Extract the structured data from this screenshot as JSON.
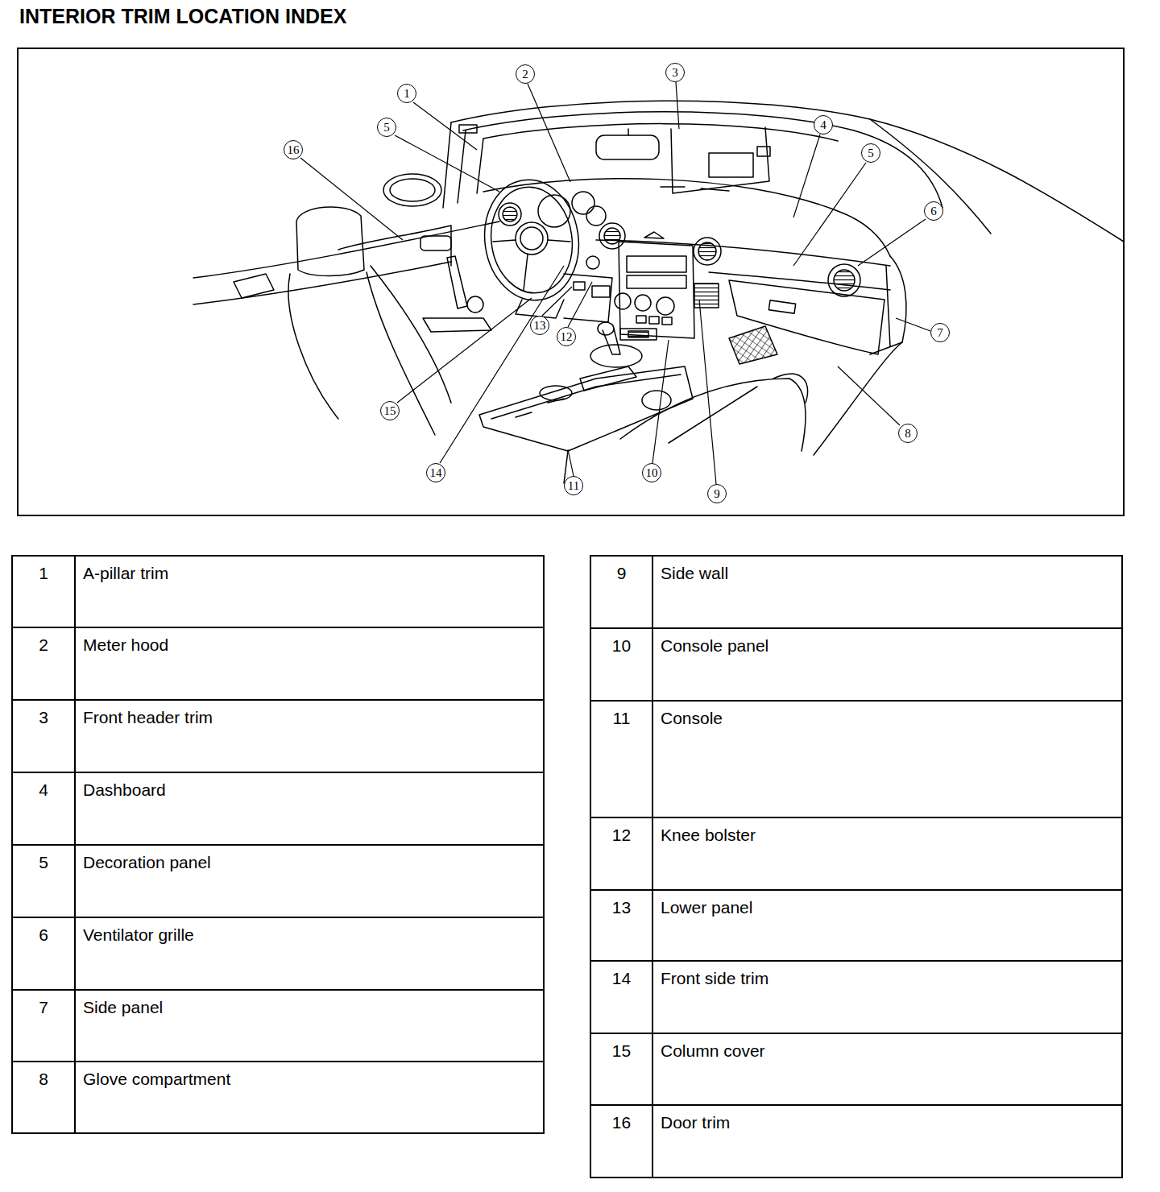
{
  "diagram": {
    "title": "INTERIOR TRIM LOCATION INDEX",
    "nodes": [
      {
        "text": [
          "1"
        ]
      },
      {
        "text": [
          "2"
        ]
      },
      {
        "text": [
          "3"
        ]
      },
      {
        "text": [
          "4"
        ]
      },
      {
        "text": [
          "5"
        ]
      },
      {
        "text": [
          "5"
        ]
      },
      {
        "text": [
          "6"
        ]
      },
      {
        "text": [
          "7"
        ]
      },
      {
        "text": [
          "8"
        ]
      },
      {
        "text": [
          "9"
        ]
      },
      {
        "text": [
          "10"
        ]
      },
      {
        "text": [
          "11"
        ]
      },
      {
        "text": [
          "12"
        ]
      },
      {
        "text": [
          "13"
        ]
      },
      {
        "text": [
          "14"
        ]
      },
      {
        "text": [
          "15"
        ]
      },
      {
        "text": [
          "16"
        ]
      }
    ],
    "labels": [
      "1",
      "A-pillar trim",
      "2",
      "Meter hood",
      "3",
      "Front header trim",
      "4",
      "Dashboard",
      "5",
      "Decoration panel",
      "6",
      "Ventilator grille",
      "7",
      "Side panel",
      "8",
      "Glove compartment",
      "9",
      "Side wall",
      "10",
      "Console panel",
      "11",
      "Console",
      "12",
      "Knee bolster",
      "13",
      "Lower panel",
      "14",
      "Front side trim",
      "15",
      "Column cover",
      "16",
      "Door trim"
    ]
  }
}
